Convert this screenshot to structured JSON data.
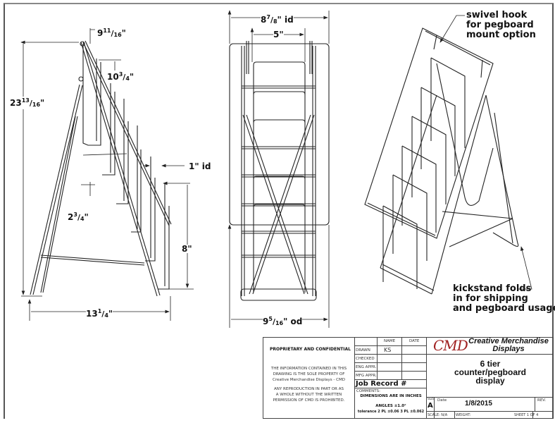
{
  "side_view": {
    "height": {
      "whole": "23",
      "num": "13",
      "den": "16",
      "unit": "\""
    },
    "top_offset": {
      "whole": "9",
      "num": "11",
      "den": "16",
      "unit": "\""
    },
    "pocket_depth": {
      "whole": "10",
      "num": "3",
      "den": "4",
      "unit": "\""
    },
    "wire_gap": "1\" id",
    "tier_spacing": {
      "whole": "2",
      "num": "3",
      "den": "4",
      "unit": "\""
    },
    "pocket_height": "8\"",
    "base_depth": {
      "whole": "13",
      "num": "1",
      "den": "4",
      "unit": "\""
    }
  },
  "front_view": {
    "inner_width": {
      "whole": "8",
      "num": "7",
      "den": "8",
      "unit": "\" id"
    },
    "pocket_width": "5\"",
    "outer_width": {
      "whole": "9",
      "num": "5",
      "den": "16",
      "unit": "\" od"
    }
  },
  "iso_view": {
    "note_hook": [
      "swivel hook",
      "for pegboard",
      "mount option"
    ],
    "note_kickstand": [
      "kickstand folds",
      "in for shipping",
      "and pegboard usage"
    ]
  },
  "title_block": {
    "proprietary": "PROPRIETARY AND CONFIDENTIAL",
    "info": [
      "THE INFORMATION CONTAINED IN THIS",
      "DRAWING IS THE SOLE PROPERTY OF",
      "Creative Merchandise Displays - CMD"
    ],
    "repro": [
      "ANY REPRODUCTION IN PART OR AS",
      "A WHOLE WITHOUT THE WRITTEN",
      "PERMISSION OF CMD IS PROHIBITED."
    ],
    "col_name": "NAME",
    "col_date": "DATE",
    "rows": [
      {
        "label": "DRAWN",
        "name": "KS"
      },
      {
        "label": "CHECKED",
        "name": ""
      },
      {
        "label": "ENG APPR.",
        "name": ""
      },
      {
        "label": "MFG APPR.",
        "name": ""
      }
    ],
    "job_record": "Job Record #",
    "comments": "COMMENTS:",
    "dimensions_note": "DIMENSIONS ARE IN INCHES",
    "angles": "ANGLES  ±1.0°",
    "tolerance": "tolerance 2 PL ±0.06 3 PL ±0.062",
    "logo": "CMD",
    "company": [
      "Creative Merchandise",
      "Displays"
    ],
    "title": [
      "6 tier",
      "counter/pegboard",
      "display"
    ],
    "size_label": "SIZE",
    "size": "A",
    "date_label": "Date",
    "date": "1/8/2015",
    "rev_label": "REV.",
    "scale": "SCALE: N/A",
    "weight": "WEIGHT:",
    "sheet": "SHEET 1 OF 4",
    "logo_color": "#a02020"
  }
}
